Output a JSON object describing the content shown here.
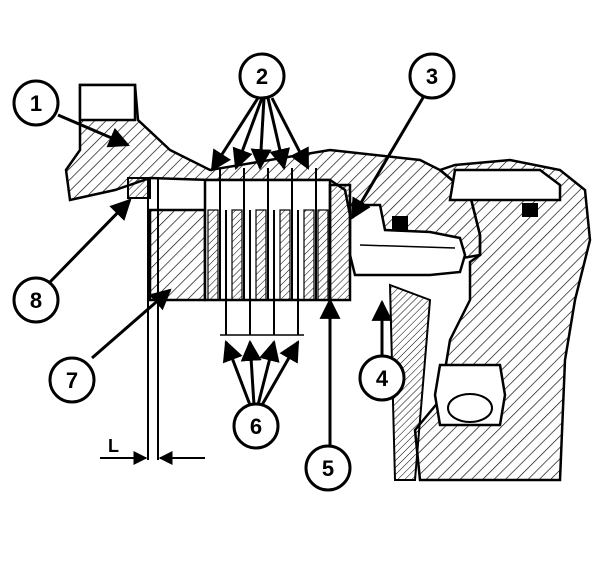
{
  "callouts": [
    "1",
    "2",
    "3",
    "4",
    "5",
    "6",
    "7",
    "8"
  ],
  "dimension_label": "L",
  "colors": {
    "ink": "#000000",
    "paper": "#ffffff"
  }
}
